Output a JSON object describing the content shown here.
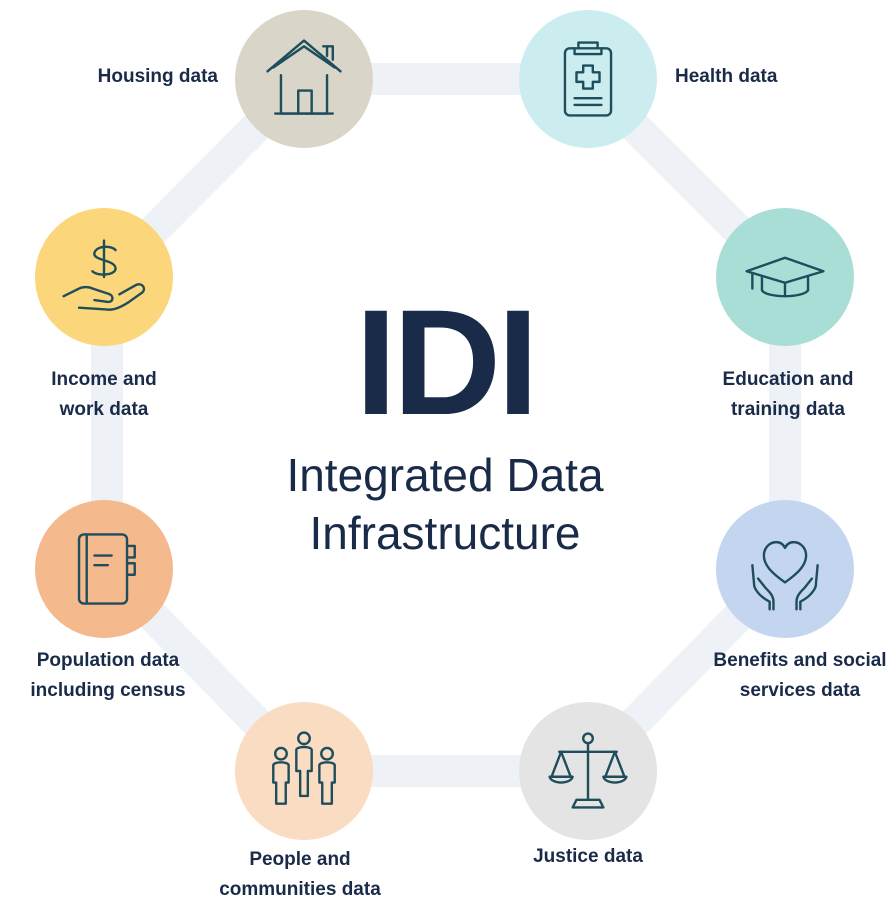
{
  "center": {
    "title": "IDI",
    "subtitle_line1": "Integrated Data",
    "subtitle_line2": "Infrastructure"
  },
  "colors": {
    "ring": "#eef2f6",
    "ink": "#1a2b4a",
    "icon_stroke": "#1e4d5c"
  },
  "nodes": {
    "housing": {
      "icon": "house-icon",
      "color": "#d9d5c8",
      "label_line1": "Housing data"
    },
    "health": {
      "icon": "clipboard-medical-icon",
      "color": "#ccedf0",
      "label_line1": "Health data"
    },
    "education": {
      "icon": "graduation-cap-icon",
      "color": "#a9ded6",
      "label_line1": "Education and",
      "label_line2": "training data"
    },
    "benefits": {
      "icon": "hands-heart-icon",
      "color": "#c4d6ef",
      "label_line1": "Benefits and social",
      "label_line2": "services data"
    },
    "justice": {
      "icon": "scales-icon",
      "color": "#e4e4e4",
      "label_line1": "Justice data"
    },
    "people": {
      "icon": "people-group-icon",
      "color": "#f9dcc2",
      "label_line1": "People and",
      "label_line2": "communities data"
    },
    "population": {
      "icon": "notebook-icon",
      "color": "#f5b98e",
      "label_line1": "Population data",
      "label_line2": "including census"
    },
    "income": {
      "icon": "hand-dollar-icon",
      "color": "#fbd67a",
      "label_line1": "Income and",
      "label_line2": "work data"
    }
  }
}
